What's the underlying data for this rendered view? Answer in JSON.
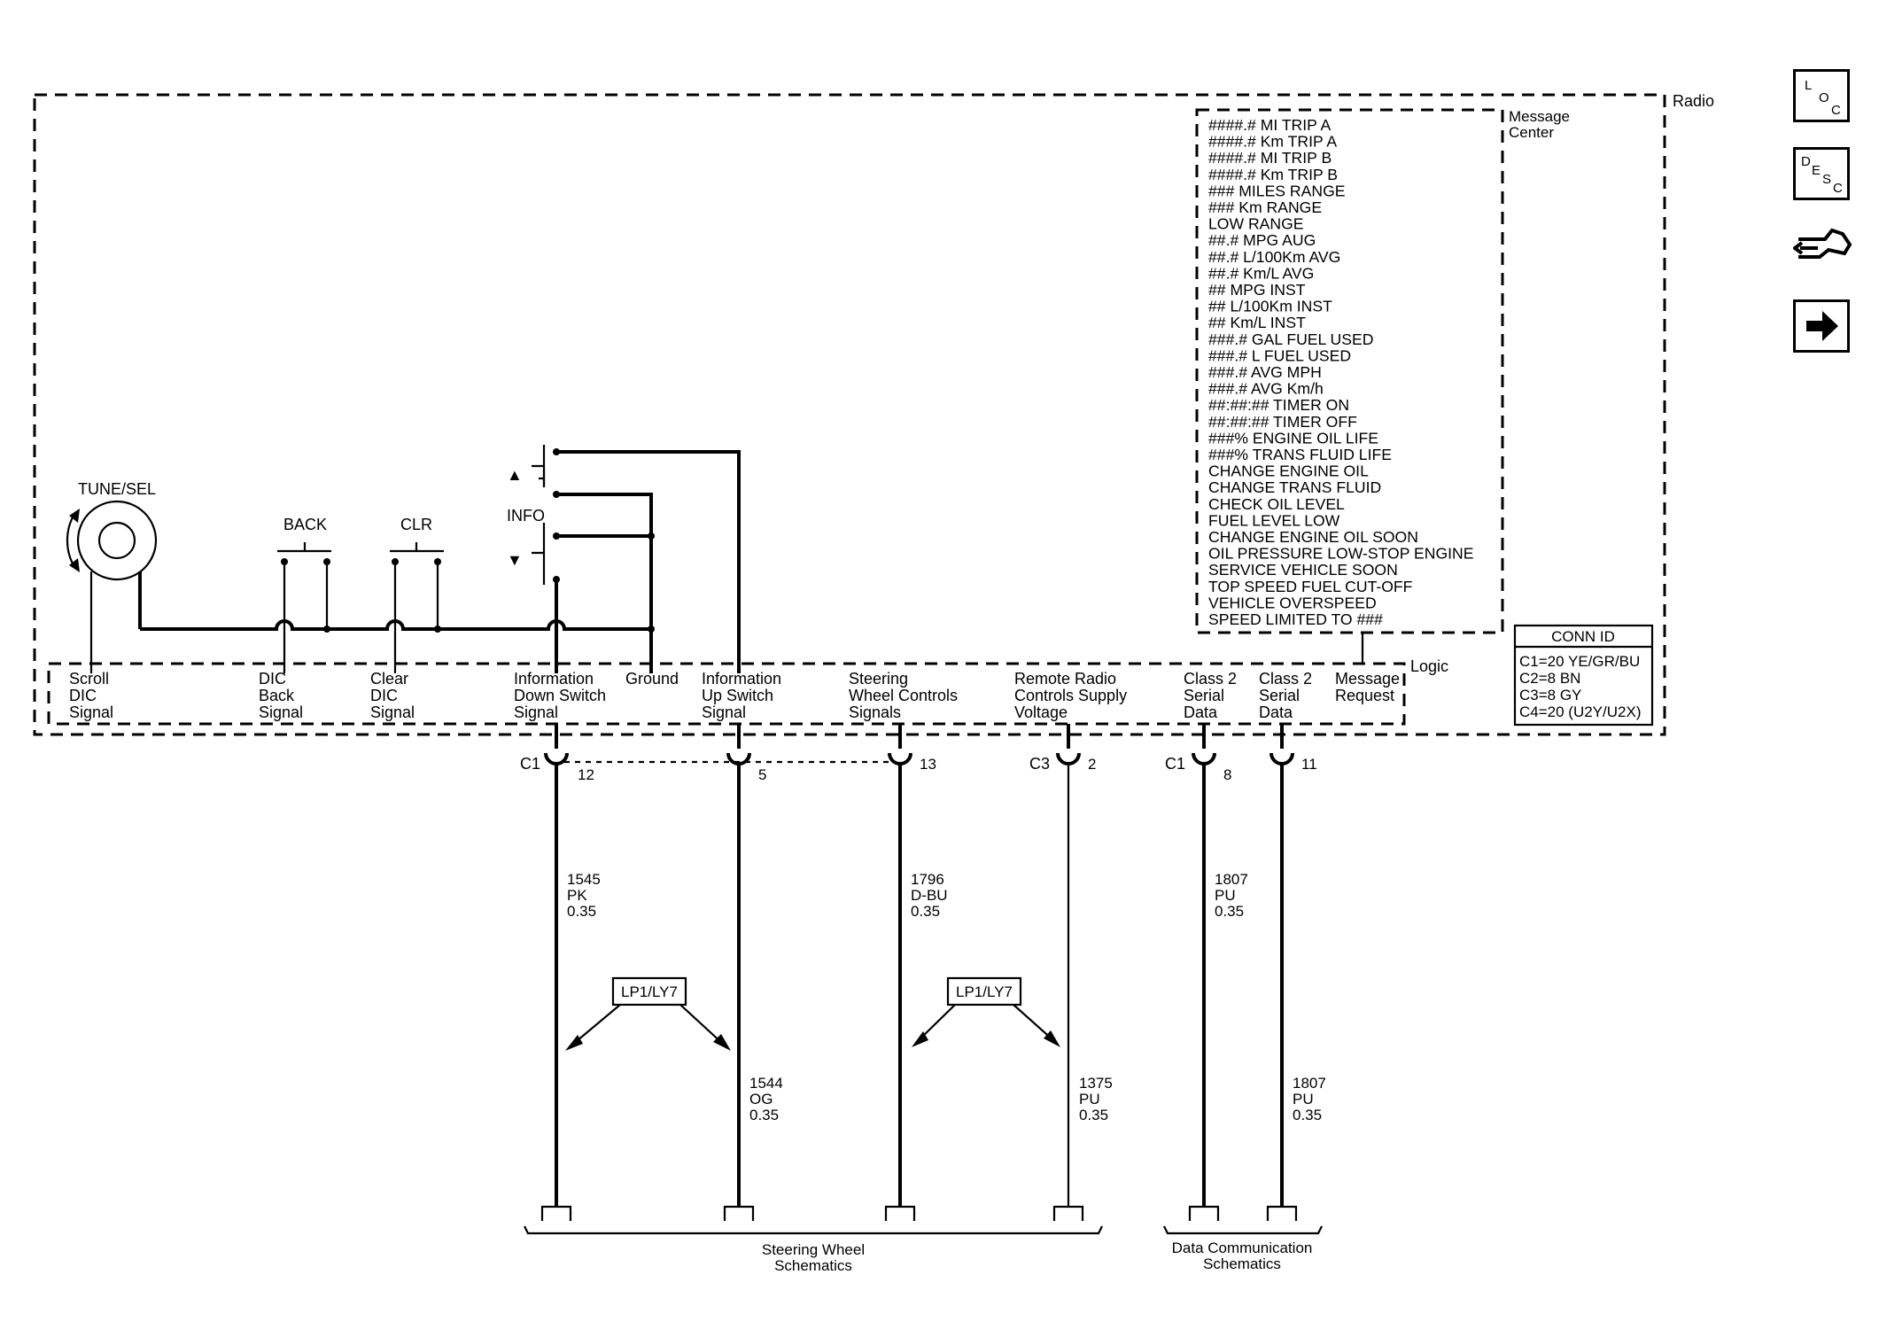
{
  "frame": {
    "radio_label": "Radio",
    "logic_label": "Logic"
  },
  "message_center": {
    "title_line1": "Message",
    "title_line2": "Center",
    "items": [
      "####.# MI TRIP A",
      "####.# Km TRIP A",
      "####.# MI TRIP B",
      "####.# Km TRIP B",
      "### MILES RANGE",
      "### Km RANGE",
      "LOW RANGE",
      "##.# MPG AUG",
      "##.# L/100Km AVG",
      "##.# Km/L AVG",
      "## MPG INST",
      "## L/100Km INST",
      "## Km/L INST",
      "###.# GAL FUEL USED",
      "###.# L FUEL USED",
      "###.# AVG MPH",
      "###.# AVG Km/h",
      "##:##:## TIMER ON",
      "##:##:## TIMER OFF",
      "###% ENGINE OIL LIFE",
      "###% TRANS FLUID LIFE",
      "CHANGE ENGINE OIL",
      "CHANGE TRANS FLUID",
      "CHECK OIL LEVEL",
      "FUEL LEVEL LOW",
      "CHANGE ENGINE OIL SOON",
      "OIL PRESSURE LOW-STOP ENGINE",
      "SERVICE VEHICLE SOON",
      "TOP SPEED FUEL CUT-OFF",
      "VEHICLE OVERSPEED",
      "SPEED LIMITED TO ###"
    ]
  },
  "conn_id": {
    "title": "CONN ID",
    "rows": [
      "C1=20 YE/GR/BU",
      "C2=8 BN",
      "C3=8 GY",
      "C4=20 (U2Y/U2X)"
    ]
  },
  "switches": {
    "tune_sel": "TUNE/SEL",
    "back": "BACK",
    "clr": "CLR",
    "info": "INFO",
    "up_arrow": "▲",
    "down_arrow": "▼"
  },
  "signals": [
    {
      "l1": "Scroll",
      "l2": "DIC",
      "l3": "Signal"
    },
    {
      "l1": "DIC",
      "l2": "Back",
      "l3": "Signal"
    },
    {
      "l1": "Clear",
      "l2": "DIC",
      "l3": "Signal"
    },
    {
      "l1": "Information",
      "l2": "Down Switch",
      "l3": "Signal"
    },
    {
      "l1": "Ground",
      "l2": "",
      "l3": ""
    },
    {
      "l1": "Information",
      "l2": "Up Switch",
      "l3": "Signal"
    },
    {
      "l1": "Steering",
      "l2": "Wheel Controls",
      "l3": "Signals"
    },
    {
      "l1": "Remote Radio",
      "l2": "Controls Supply",
      "l3": "Voltage"
    },
    {
      "l1": "Class 2",
      "l2": "Serial",
      "l3": "Data"
    },
    {
      "l1": "Class 2",
      "l2": "Serial",
      "l3": "Data"
    },
    {
      "l1": "Message",
      "l2": "Request",
      "l3": ""
    }
  ],
  "connectors": [
    {
      "conn": "C1",
      "pin": "12"
    },
    {
      "conn": "",
      "pin": "5"
    },
    {
      "conn": "",
      "pin": "13"
    },
    {
      "conn": "C3",
      "pin": "2"
    },
    {
      "conn": "C1",
      "pin": "8"
    },
    {
      "conn": "",
      "pin": "11"
    }
  ],
  "wires_upper": [
    {
      "circuit": "1545",
      "color": "PK",
      "gauge": "0.35"
    },
    {
      "circuit": "1796",
      "color": "D-BU",
      "gauge": "0.35"
    },
    {
      "circuit": "1807",
      "color": "PU",
      "gauge": "0.35"
    }
  ],
  "wires_lower": [
    {
      "circuit": "1544",
      "color": "OG",
      "gauge": "0.35"
    },
    {
      "circuit": "1375",
      "color": "PU",
      "gauge": "0.35"
    },
    {
      "circuit": "1807",
      "color": "PU",
      "gauge": "0.35"
    }
  ],
  "options": [
    "LP1/LY7",
    "LP1/LY7"
  ],
  "destinations": [
    {
      "l1": "Steering Wheel",
      "l2": "Schematics"
    },
    {
      "l1": "Data Communication",
      "l2": "Schematics"
    }
  ],
  "nav": {
    "loc": [
      "L",
      "O",
      "C"
    ],
    "desc": [
      "D",
      "E",
      "S",
      "C"
    ]
  }
}
